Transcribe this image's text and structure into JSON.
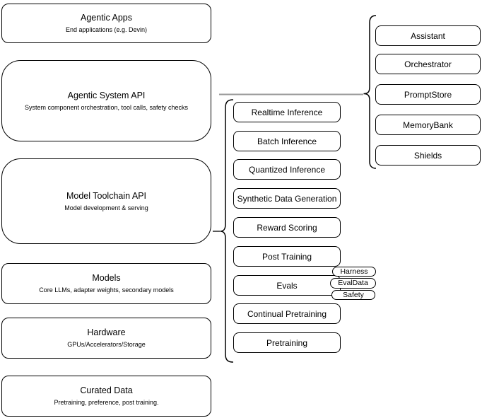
{
  "diagram": {
    "left_stack": [
      {
        "title": "Agentic Apps",
        "subtitle": "End applications (e.g. Devin)"
      },
      {
        "title": "Agentic System API",
        "subtitle": "System component orchestration, tool calls, safety checks"
      },
      {
        "title": "Model Toolchain API",
        "subtitle": "Model development & serving"
      },
      {
        "title": "Models",
        "subtitle": "Core LLMs, adapter weights, secondary models"
      },
      {
        "title": "Hardware",
        "subtitle": "GPUs/Accelerators/Storage"
      },
      {
        "title": "Curated Data",
        "subtitle": "Pretraining, preference, post training."
      }
    ],
    "toolchain_services": [
      "Realtime Inference",
      "Batch Inference",
      "Quantized Inference",
      "Synthetic Data Generation",
      "Reward Scoring",
      "Post Training",
      "Evals",
      "Continual Pretraining",
      "Pretraining"
    ],
    "eval_tags": [
      "Harness",
      "EvalData",
      "Safety"
    ],
    "system_components": [
      "Assistant",
      "Orchestrator",
      "PromptStore",
      "MemoryBank",
      "Shields"
    ],
    "colors": {
      "stroke": "#000000",
      "connector": "#999999",
      "background": "#ffffff",
      "text": "#000000"
    }
  }
}
